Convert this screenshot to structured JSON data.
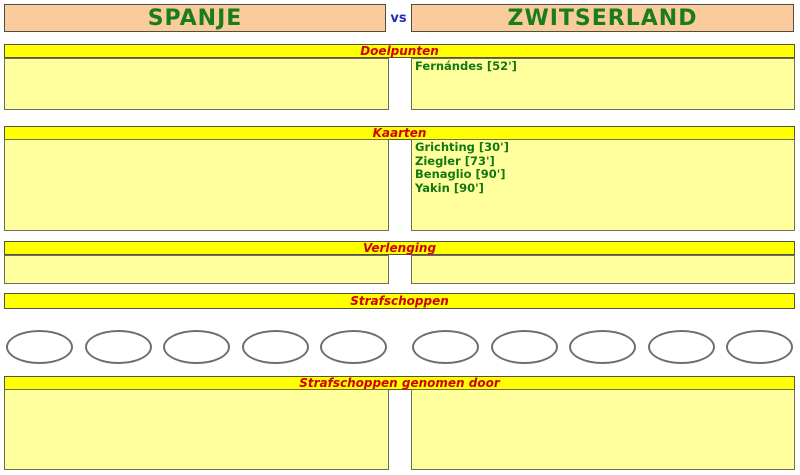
{
  "match_header": {
    "home_team": "SPANJE",
    "versus_label": "vs",
    "away_team": "ZWITSERLAND"
  },
  "goals": {
    "title": "Doelpunten",
    "home_entries": [],
    "away_entries": [
      "Fernándes [52']"
    ]
  },
  "cards": {
    "title": "Kaarten",
    "home_entries": [],
    "away_entries": [
      "Grichting [30']",
      "Ziegler [73']",
      "Benaglio [90']",
      "Yakin [90']"
    ]
  },
  "extra_time": {
    "title": "Verlenging",
    "home_entries": [],
    "away_entries": []
  },
  "penalty_shootout": {
    "title": "Strafschoppen",
    "home_slots": 5,
    "away_slots": 5
  },
  "penalty_takers": {
    "title": "Strafschoppen genomen door",
    "home_entries": [],
    "away_entries": []
  },
  "colors": {
    "team_header_bg": "#FACB9C",
    "section_bar_bg": "#FFFF00",
    "panel_bg": "#FFFF9E",
    "section_title_text": "#D10000",
    "team_name_text": "#1A7D1A",
    "entry_text": "#127812",
    "versus_text": "#2B2BB4",
    "border": "#55553F",
    "oval_border": "#6E6E6E",
    "background": "#FFFFFF"
  }
}
